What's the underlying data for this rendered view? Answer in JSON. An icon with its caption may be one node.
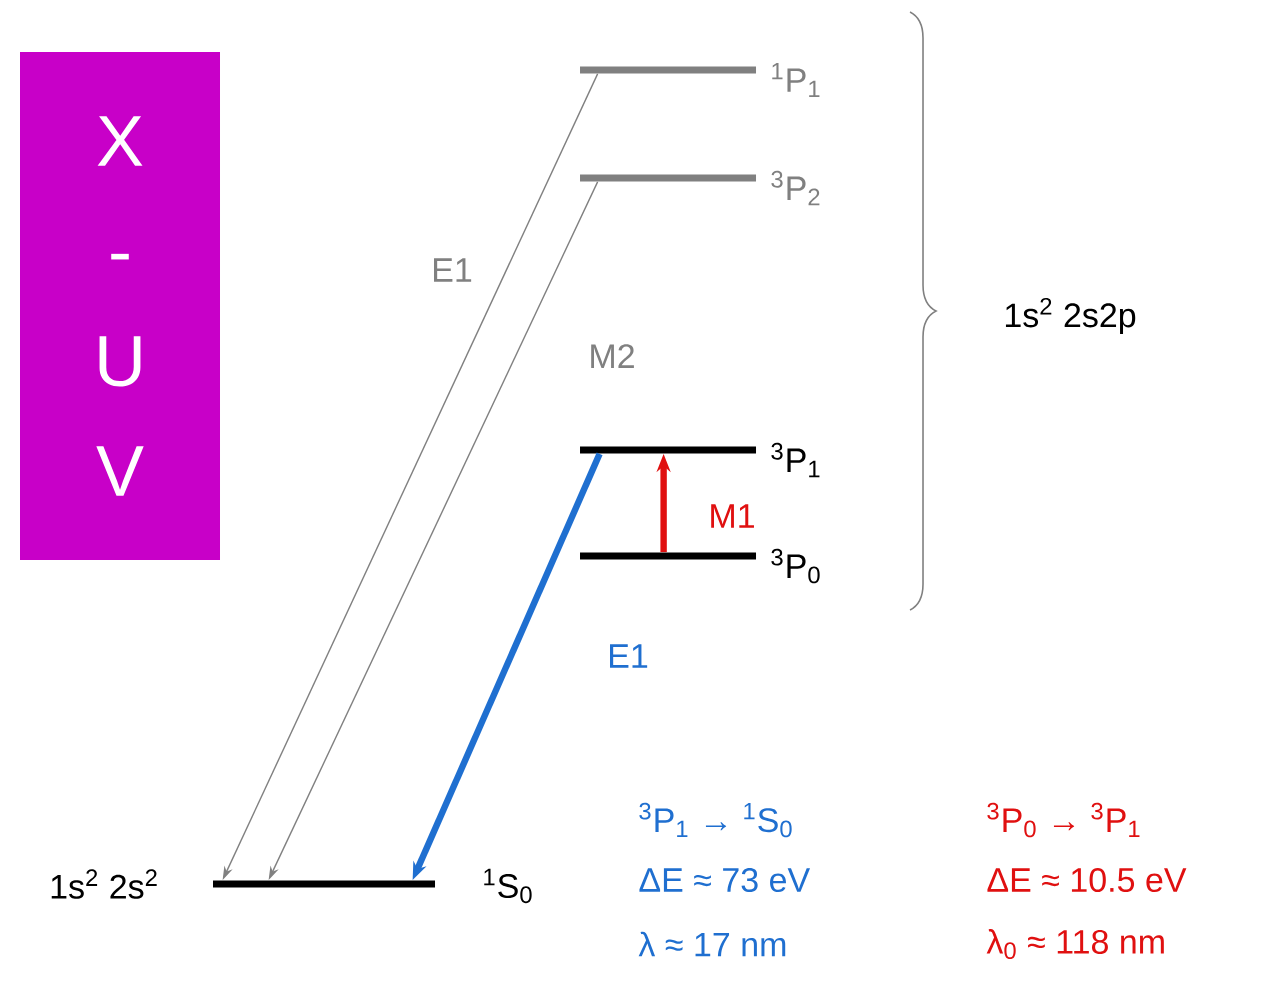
{
  "diagram": {
    "nodes": [
      {
        "text": [
          "X - U V"
        ]
      },
      {
        "text": [],
        "shape": "bar",
        "beside": [
          "$^{1}$P$_{1}$"
        ]
      },
      {
        "text": [],
        "shape": "bar",
        "beside": [
          "$^{3}$P$_{2}$"
        ]
      },
      {
        "text": [],
        "shape": "bar",
        "beside": [
          "$^{3}$P$_{1}$"
        ]
      },
      {
        "text": [],
        "shape": "bar",
        "beside": [
          "$^{3}$P$_{0}$"
        ]
      },
      {
        "text": [],
        "shape": "bar",
        "beside": [
          "1s$^{2}$ 2s$^{2}$",
          "$^{1}$S$_{0}$"
        ]
      }
    ],
    "edges": [
      {
        "from": 1,
        "to": 5,
        "arrow": "to",
        "label": "E1"
      },
      {
        "from": 2,
        "to": 5,
        "arrow": "to",
        "label": "M2"
      },
      {
        "from": 3,
        "to": 5,
        "arrow": "to",
        "label": "E1",
        "style": "thick",
        "color": "#1f6fd0"
      },
      {
        "from": 4,
        "to": 3,
        "arrow": "to",
        "label": "M1",
        "style": "thick",
        "color": "#e01010"
      }
    ],
    "labels": [
      "1s$^{2}$ 2s2p",
      "$^{3}$P$_{1}$ → $^{1}$S$_{0}$",
      "$^{3}$P$_{0}$ → $^{3}$P$_{1}$",
      "ΔE ≈ 73 eV",
      "ΔE ≈ 10.5 eV",
      "λ ≈ 17 nm",
      "λ$_{0}$ ≈ 118 nm"
    ]
  }
}
